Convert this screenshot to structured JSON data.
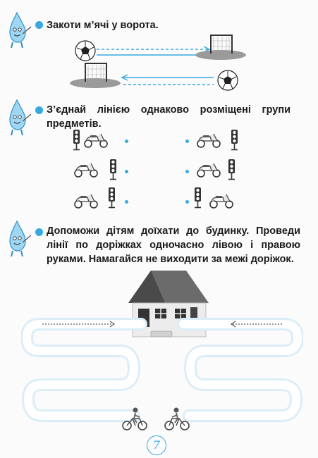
{
  "tasks": [
    {
      "text": "Закоти м’ячі у ворота."
    },
    {
      "text": "З’єднай лінією однаково розміщені групи предметів."
    },
    {
      "text": "Допоможи дітям доїхати до будинку. Проведи лінії по доріжках одночасно лівою і правою руками. Намагайся не виходити за межі доріжок."
    }
  ],
  "page_number": "7",
  "colors": {
    "accent": "#35a9e0",
    "text": "#1a1a1a",
    "path": "#dbeef8"
  },
  "icons": [
    "droplet-mascot-icon",
    "soccer-ball-icon",
    "goal-icon",
    "traffic-light-icon",
    "scooter-icon",
    "house-icon",
    "cyclist-icon"
  ]
}
